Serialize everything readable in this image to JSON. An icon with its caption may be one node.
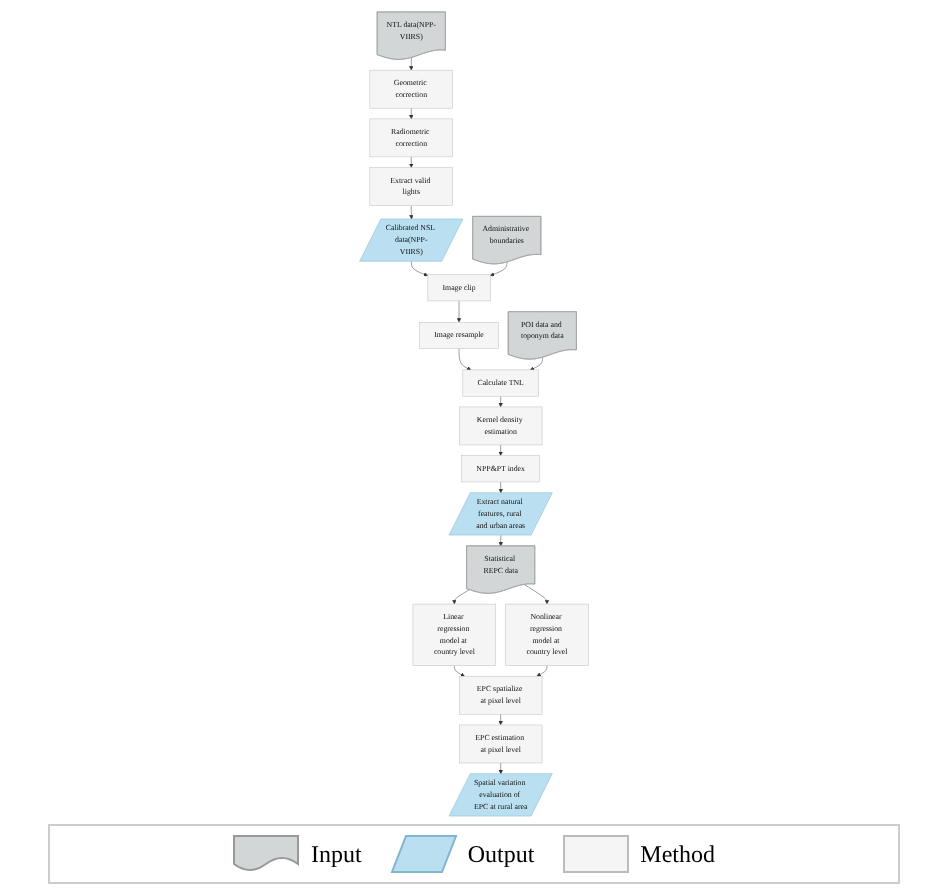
{
  "diagram": {
    "nodes": [
      {
        "text": [
          "NTL data(NPP-VIIRS)"
        ]
      },
      {
        "text": [
          "Geometric correction"
        ]
      },
      {
        "text": [
          "Radiometric correction"
        ]
      },
      {
        "text": [
          "Extract valid lights"
        ]
      },
      {
        "text": [
          "Calibrated NSL data(NPP-VIIRS)"
        ]
      },
      {
        "text": [
          "Administrative boundaries"
        ]
      },
      {
        "text": [
          "Image clip"
        ]
      },
      {
        "text": [
          "Image resample"
        ]
      },
      {
        "text": [
          "POI data and toponym data"
        ]
      },
      {
        "text": [
          "Calculate TNL"
        ]
      },
      {
        "text": [
          "Kernel density estimation"
        ]
      },
      {
        "text": [
          "NPP&PT index"
        ]
      },
      {
        "text": [
          "Extract natural features, rural and urban areas"
        ]
      },
      {
        "text": [
          "Statistical REPC data"
        ]
      },
      {
        "text": [
          "Linear regression model at country level"
        ]
      },
      {
        "text": [
          "Nonlinear regression model at country level"
        ]
      },
      {
        "text": [
          "EPC spatialize at pixel level"
        ]
      },
      {
        "text": [
          "EPC estimation at pixel level"
        ]
      },
      {
        "text": [
          "Spatial variation evaluation of EPC at rural area"
        ]
      }
    ],
    "edges": [
      {
        "from": 0,
        "to": 1,
        "arrow": "to"
      },
      {
        "from": 1,
        "to": 2,
        "arrow": "to"
      },
      {
        "from": 2,
        "to": 3,
        "arrow": "to"
      },
      {
        "from": 3,
        "to": 4,
        "arrow": "to"
      },
      {
        "from": 4,
        "to": 6,
        "arrow": "to"
      },
      {
        "from": 5,
        "to": 6,
        "arrow": "to"
      },
      {
        "from": 6,
        "to": 7,
        "arrow": "to"
      },
      {
        "from": 7,
        "to": 9,
        "arrow": "to"
      },
      {
        "from": 8,
        "to": 9,
        "arrow": "to"
      },
      {
        "from": 9,
        "to": 10,
        "arrow": "to"
      },
      {
        "from": 10,
        "to": 11,
        "arrow": "to"
      },
      {
        "from": 11,
        "to": 12,
        "arrow": "to"
      },
      {
        "from": 12,
        "to": 13,
        "arrow": "to"
      },
      {
        "from": 13,
        "to": 14,
        "arrow": "to"
      },
      {
        "from": 13,
        "to": 15,
        "arrow": "to"
      },
      {
        "from": 14,
        "to": 16,
        "arrow": "to"
      },
      {
        "from": 15,
        "to": 16,
        "arrow": "to"
      },
      {
        "from": 16,
        "to": 17,
        "arrow": "to"
      },
      {
        "from": 17,
        "to": 18,
        "arrow": "to"
      }
    ],
    "legend": [
      {
        "text": "Input"
      },
      {
        "text": "Output"
      },
      {
        "text": "Method"
      }
    ]
  }
}
